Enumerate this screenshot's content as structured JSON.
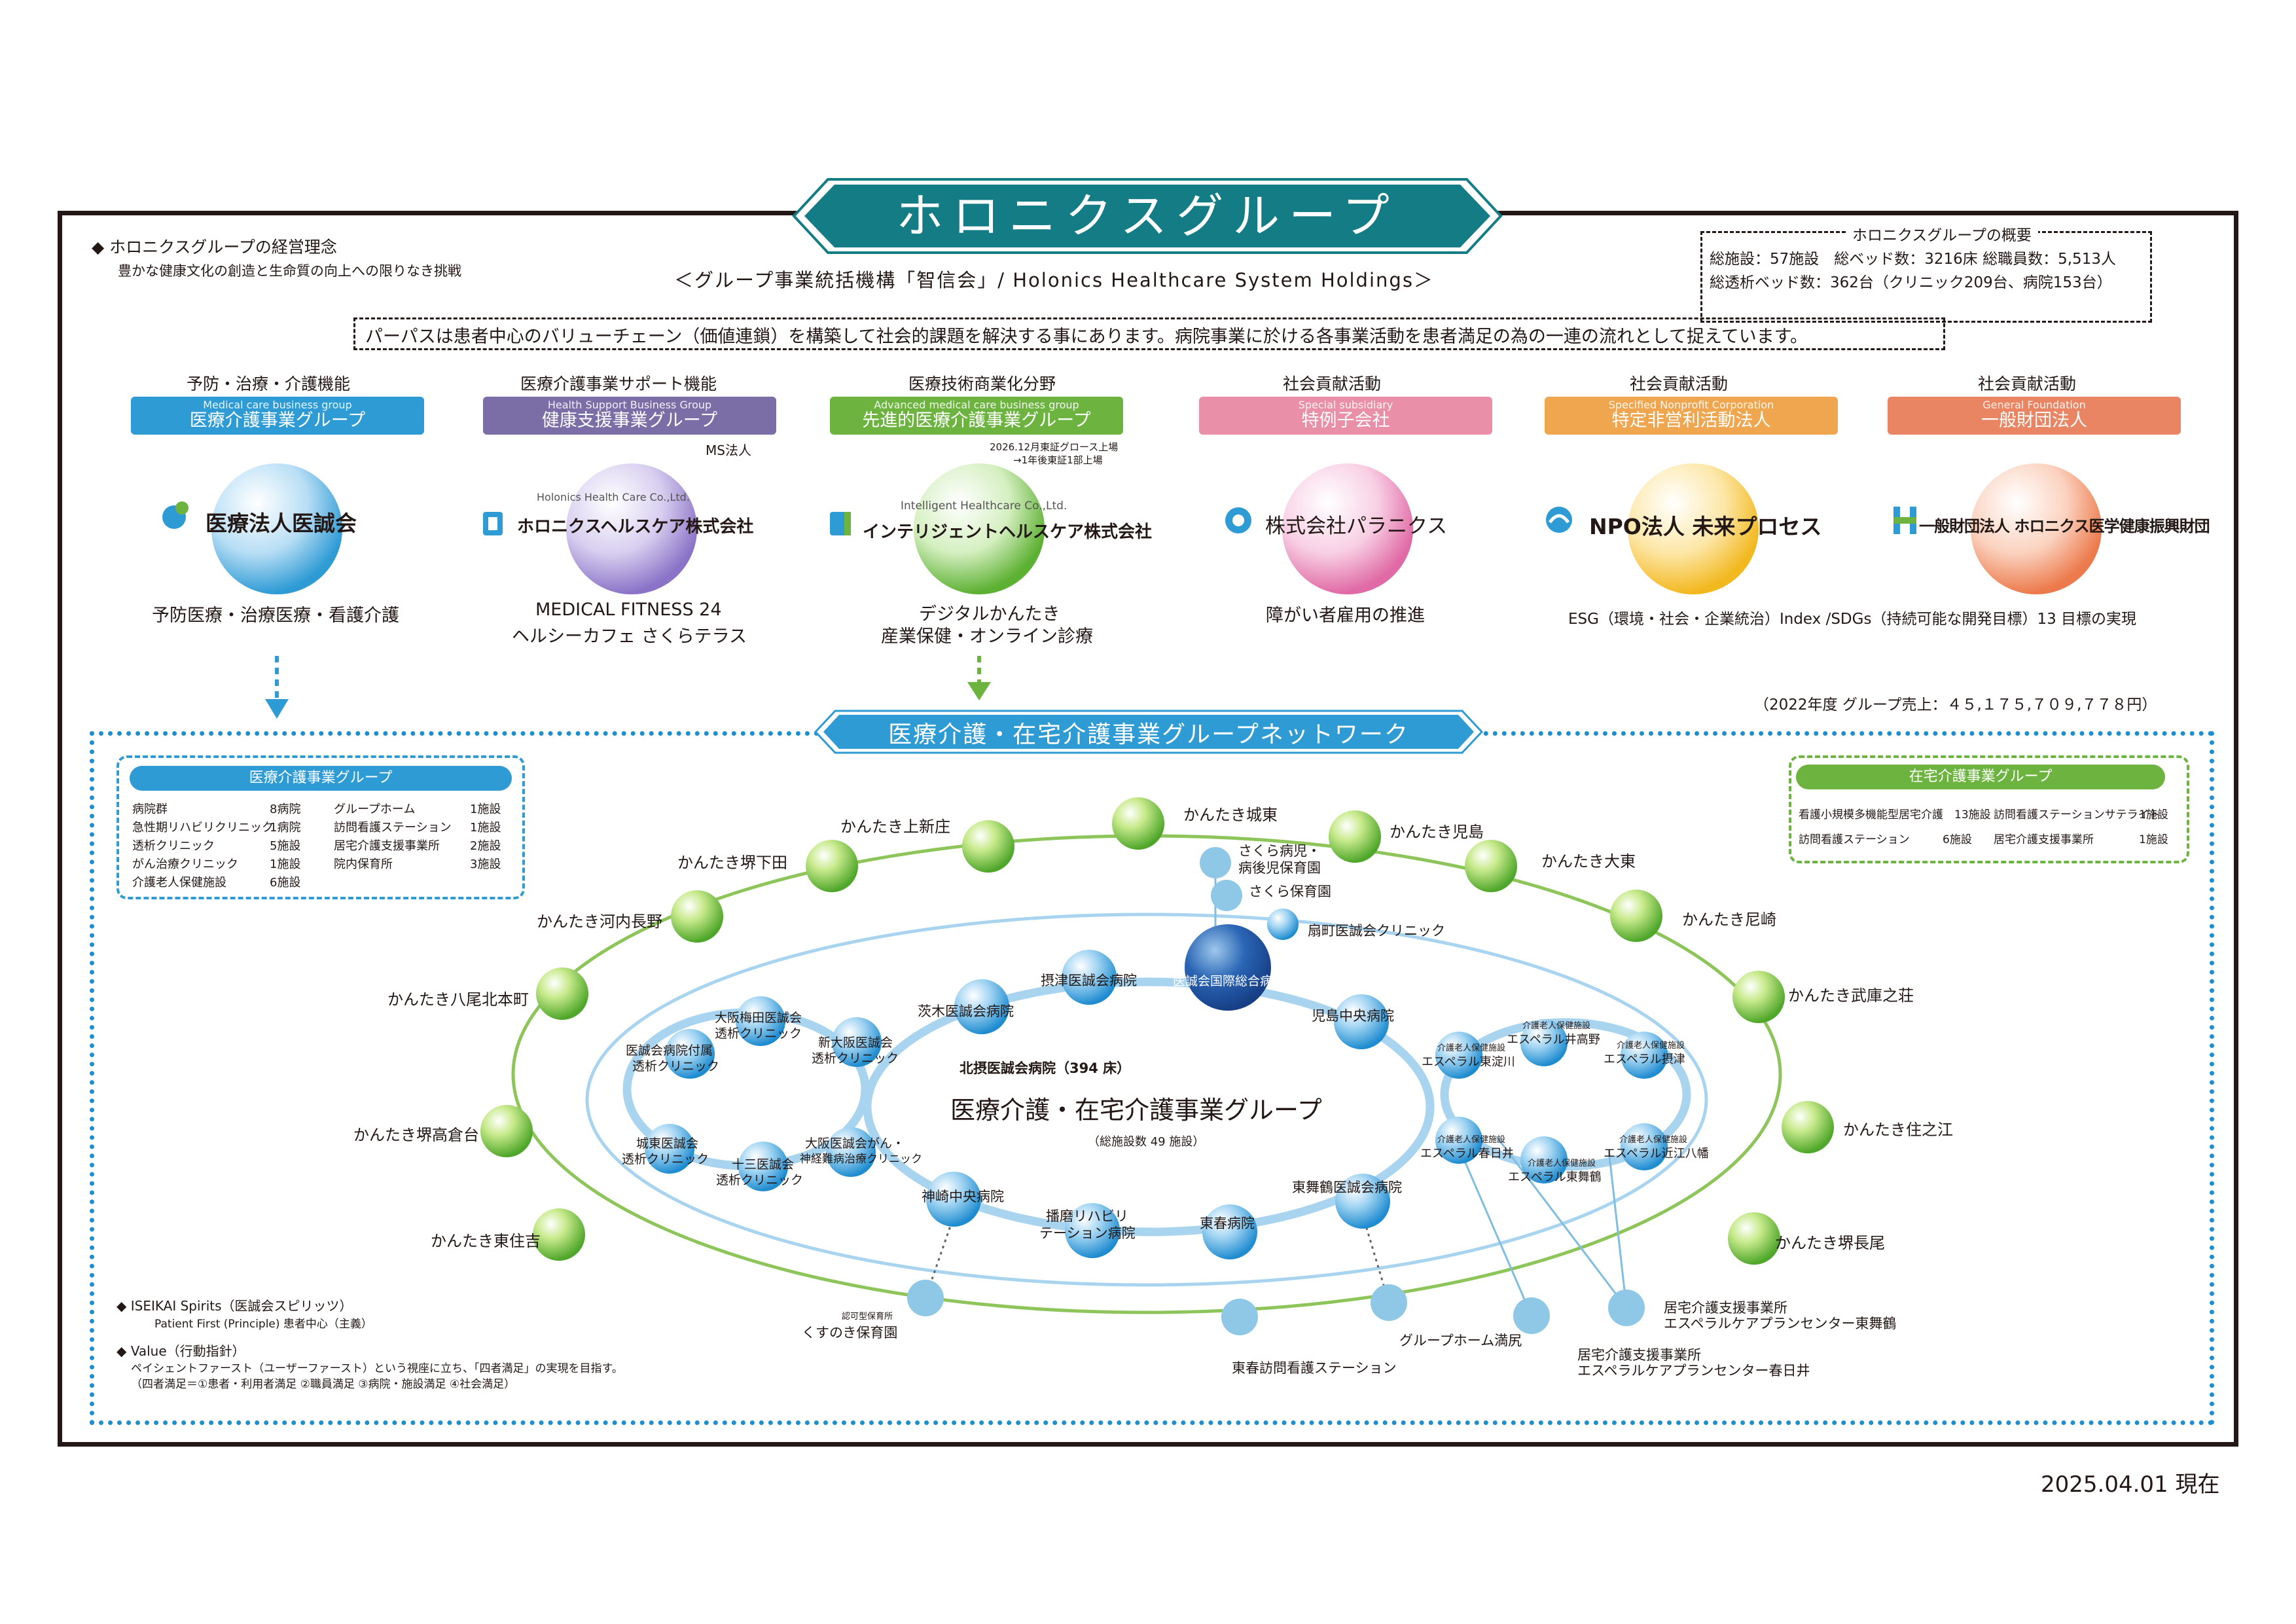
{
  "colors": {
    "teal": "#147c85",
    "blue": "#2e9bd5",
    "purple": "#7b6ea6",
    "green": "#6db33f",
    "pink": "#e98fa8",
    "orange": "#f0a64f",
    "salmon": "#e98563",
    "network_border": "#1d8fcf"
  },
  "header": {
    "title": "ホロニクスグループ",
    "philosophy_heading": "◆ ホロニクスグループの経営理念",
    "philosophy_text": "豊かな健康文化の創造と生命質の向上への限りなき挑戦",
    "subtitle": "＜グループ事業統括機構「智信会」/ Holonics Healthcare System Holdings＞",
    "purpose": "パーパスは患者中心のバリューチェーン（価値連鎖）を構築して社会的課題を解決する事にあります。病院事業に於ける各事業活動を患者満足の為の一連の流れとして捉えています。"
  },
  "summary": {
    "heading": "ホロニクスグループの概要",
    "line1": "総施設：57施設　総ベッド数：3216床  総職員数：5,513人",
    "line2": "総透析ベッド数：362台（クリニック209台、病院153台）"
  },
  "business_groups": [
    {
      "function": "予防・治療・介護機能",
      "sub_en": "Medical care business group",
      "label": "医療介護事業グループ",
      "company": "医療法人医誠会",
      "desc1": "予防医療・治療医療・看護介護",
      "desc2": "",
      "icon": "iseikai-logo-icon"
    },
    {
      "function": "医療介護事業サポート機能",
      "sub_en": "Health Support Business Group",
      "label": "健康支援事業グループ",
      "note": "MS法人",
      "company_en": "Holonics Health Care Co.,Ltd.",
      "company": "ホロニクスヘルスケア株式会社",
      "desc1": "MEDICAL FITNESS 24",
      "desc2": "ヘルシーカフェ さくらテラス",
      "icon": "holonics-logo-icon"
    },
    {
      "function": "医療技術商業化分野",
      "sub_en": "Advanced medical care business group",
      "label": "先進的医療介護事業グループ",
      "note1": "2026.12月東証グロース上場",
      "note2": "→1年後東証1部上場",
      "company_en": "Intelligent Healthcare Co.,Ltd.",
      "company": "インテリジェントヘルスケア株式会社",
      "desc1": "デジタルかんたき",
      "desc2": "産業保健・オンライン診療",
      "icon": "intelligent-logo-icon"
    },
    {
      "function": "社会貢献活動",
      "sub_en": "Special subsidiary",
      "label": "特例子会社",
      "company": "株式会社パラニクス",
      "desc1": "障がい者雇用の推進",
      "desc2": "",
      "icon": "paranics-logo-icon"
    },
    {
      "function": "社会貢献活動",
      "sub_en": "Specified Nonprofit Corporation",
      "label": "特定非営利活動法人",
      "company": "NPO法人 未来プロセス",
      "desc1": "",
      "desc2": "",
      "icon": "npo-logo-icon"
    },
    {
      "function": "社会貢献活動",
      "sub_en": "General Foundation",
      "label": "一般財団法人",
      "company": "一般財団法人 ホロニクス医学健康振興財団",
      "desc1": "",
      "desc2": "",
      "icon": "foundation-logo-icon"
    }
  ],
  "esg_text": "ESG（環境・社会・企業統治）Index /SDGs（持続可能な開発目標）13 目標の実現",
  "sales": "（2022年度 グループ売上：４５,１７５,７０９,７７８円）",
  "network": {
    "title": "医療介護・在宅介護事業グループネットワーク",
    "center_title": "医療介護・在宅介護事業グループ",
    "center_sub": "（総施設数 49 施設）",
    "kitasetsu": "北摂医誠会病院（394 床）",
    "medical_legend": {
      "title": "医療介護事業グループ",
      "col1": [
        [
          "病院群",
          "8病院"
        ],
        [
          "急性期リハビリクリニック",
          "1病院"
        ],
        [
          "透析クリニック",
          "5施設"
        ],
        [
          "がん治療クリニック",
          "1施設"
        ],
        [
          "介護老人保健施設",
          "6施設"
        ]
      ],
      "col2": [
        [
          "グループホーム",
          "1施設"
        ],
        [
          "訪問看護ステーション",
          "1施設"
        ],
        [
          "居宅介護支援事業所",
          "2施設"
        ],
        [
          "院内保育所",
          "3施設"
        ]
      ]
    },
    "home_legend": {
      "title": "在宅介護事業グループ",
      "row1": [
        [
          "看護小規模多機能型居宅介護",
          "13施設"
        ],
        [
          "訪問看護ステーションサテライト",
          "1施設"
        ]
      ],
      "row2": [
        [
          "訪問看護ステーション",
          "6施設"
        ],
        [
          "居宅介護支援事業所",
          "1施設"
        ]
      ]
    },
    "kantaki": [
      "かんたき上新庄",
      "かんたき城東",
      "かんたき児島",
      "かんたき堺下田",
      "かんたき大東",
      "かんたき河内長野",
      "かんたき尼崎",
      "かんたき八尾北本町",
      "かんたき武庫之荘",
      "かんたき堺高倉台",
      "かんたき住之江",
      "かんたき東住吉",
      "かんたき堺長尾"
    ],
    "hospitals": [
      "摂津医誠会病院",
      "医誠会国際総合病院",
      "茨木医誠会病院",
      "児島中央病院",
      "神崎中央病院",
      "東舞鶴医誠会病院",
      "東春病院",
      "播磨リハビリテーション病院"
    ],
    "hospital_lines": {
      "harima1": "播磨リハビリ",
      "harima2": "テーション病院"
    },
    "clinics": [
      "大阪梅田医誠会透析クリニック",
      "医誠会病院付属透析クリニック",
      "新大阪医誠会透析クリニック",
      "城東医誠会透析クリニック",
      "十三医誠会透析クリニック",
      "大阪医誠会がん・神経難病治療クリニック"
    ],
    "clinic_lines": {
      "umeda1": "大阪梅田医誠会",
      "umeda2": "透析クリニック",
      "fuzoku1": "医誠会病院付属",
      "fuzoku2": "透析クリニック",
      "shinosaka1": "新大阪医誠会",
      "shinosaka2": "透析クリニック",
      "joto1": "城東医誠会",
      "joto2": "透析クリニック",
      "juso1": "十三医誠会",
      "juso2": "透析クリニック",
      "gan1": "大阪医誠会がん・",
      "gan2": "神経難病治療クリニック"
    },
    "rouken": {
      "top": "介護老人保健施設",
      "higashiyodogawa": "エスペラル東淀川",
      "isecoya": "エスペラル井高野",
      "settsu": "エスペラル摂津",
      "kasugai": "エスペラル春日井",
      "higashimaizuru": "エスペラル東舞鶴",
      "kinki": "エスペラル近江八幡"
    },
    "sakura1": "さくら病児・",
    "sakura2": "病後児保育園",
    "sakura_hoikuen": "さくら保育園",
    "obimachi": "扇町医誠会クリニック",
    "kusunoki_top": "認可型保育所",
    "kusunoki": "くすのき保育園",
    "grouphome": "グループホーム満尻",
    "toshun_visit": "東春訪問看護ステーション",
    "kyotaku1a": "居宅介護支援事業所",
    "kyotaku1b": "エスペラルケアプランセンター東舞鶴",
    "kyotaku2a": "居宅介護支援事業所",
    "kyotaku2b": "エスペラルケアプランセンター春日井"
  },
  "spirits": {
    "h1": "◆ ISEIKAI Spirits（医誠会スピリッツ）",
    "p1": "Patient First (Principle) 患者中心（主義）",
    "h2": "◆ Value（行動指針）",
    "p2": "ペイシェントファースト（ユーザーファースト）という視座に立ち、「四者満足」の実現を目指す。",
    "p3": "（四者満足＝①患者・利用者満足 ②職員満足 ③病院・施設満足 ④社会満足）"
  },
  "date": "2025.04.01 現在"
}
